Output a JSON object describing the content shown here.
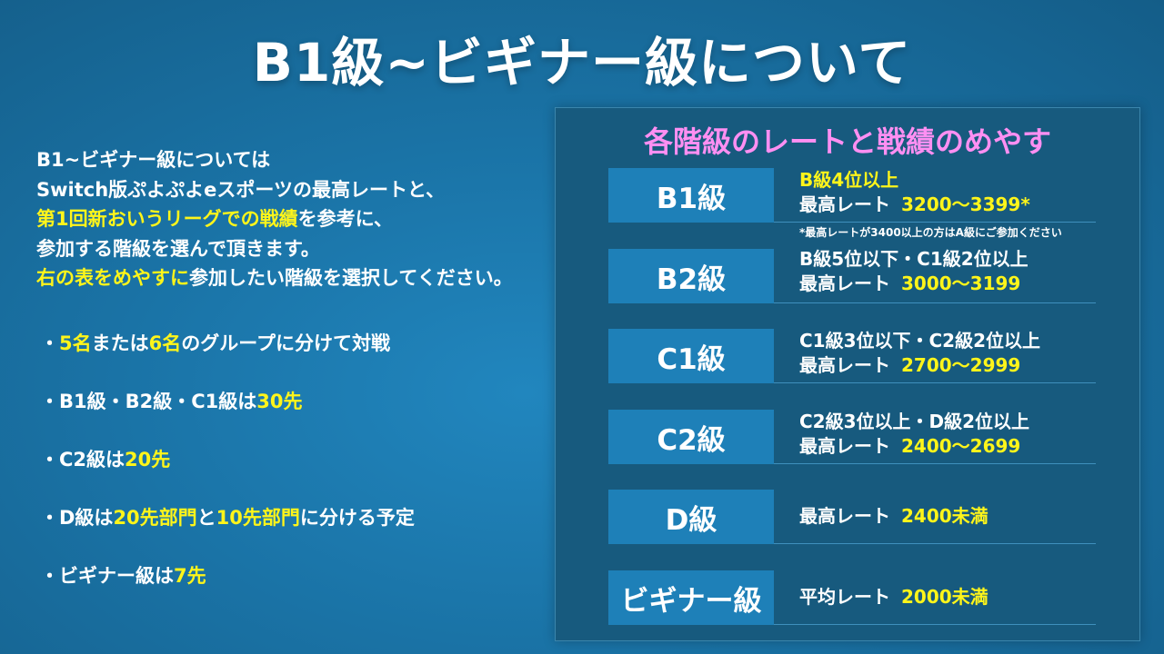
{
  "title": "B1級~ビギナー級について",
  "intro": {
    "l1": "B1~ビギナー級については",
    "l2": "Switch版ぷよぷよeスポーツの最高レートと、",
    "l3_hl": "第1回新おいうリーグでの戦績",
    "l3_rest": "を参考に、",
    "l4": "参加する階級を選んで頂きます。",
    "l5_hl": "右の表をめやすに",
    "l5_rest": "参加したい階級を選択してください。"
  },
  "rules": {
    "r1": {
      "pre": "・",
      "n1": "5名",
      "mid": "または",
      "n2": "6名",
      "post": "のグループに分けて対戦"
    },
    "r2": {
      "pre": "・B1級・B2級・C1級は",
      "n1": "30先"
    },
    "r3": {
      "pre": "・C2級は",
      "n1": "20先"
    },
    "r4": {
      "pre": "・D級は",
      "n1": "20先部門",
      "mid": "と",
      "n2": "10先部門",
      "post": "に分ける予定"
    },
    "r5": {
      "pre": "・ビギナー級は",
      "n1": "7先"
    }
  },
  "panel": {
    "title": "各階級のレートと戦績のめやす",
    "tiers": [
      {
        "name": "B1級",
        "condition": "B級4位以上",
        "rate_label": "最高レート",
        "rate": "3200～3399*",
        "note": "*最高レートが3400以上の方はA級にご参加ください"
      },
      {
        "name": "B2級",
        "condition": "B級5位以下・C1級2位以上",
        "rate_label": "最高レート",
        "rate": "3000～3199"
      },
      {
        "name": "C1級",
        "condition": "C1級3位以下・C2級2位以上",
        "rate_label": "最高レート",
        "rate": "2700～2999"
      },
      {
        "name": "C2級",
        "condition": "C2級3位以上・D級2位以上",
        "rate_label": "最高レート",
        "rate": "2400～2699"
      },
      {
        "name": "D級",
        "rate_label": "最高レート",
        "rate": "2400未満"
      },
      {
        "name": "ビギナー級",
        "rate_label": "平均レート",
        "rate": "2000未満"
      }
    ]
  },
  "colors": {
    "highlight": "#fff51a",
    "panel_title": "#ff8ff2",
    "tier_label_bg": "#1e80b8",
    "panel_bg": "#175a7e"
  }
}
